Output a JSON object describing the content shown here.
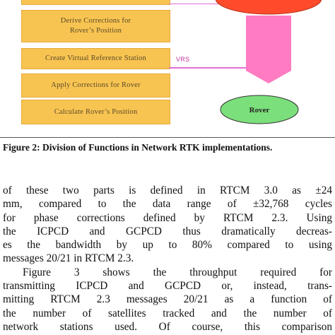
{
  "figure": {
    "boxes": [
      {
        "line1": "Derive Corrections for",
        "line2": "Rover’s Position"
      },
      {
        "line1": "Create Virtual Reference Station"
      },
      {
        "line1": "Apply Corrections for Rover"
      },
      {
        "line1": "Calculate Rover’s Position"
      }
    ],
    "vrs_label": "VRS",
    "rover_label": "Rover",
    "colors": {
      "box_fill": "#f8c451",
      "ellipse_fill": "#ff4b2b",
      "arrow_fill": "#ff7bc2",
      "rover_fill": "#7be07b",
      "line": "#e36fd6"
    }
  },
  "caption": "Figure 2: Division of Functions in Network RTK implementations.",
  "body_lines": [
    "of these two parts is defined in RTCM 3.0 as ±24",
    "mm, compared to the data range of ±32,768 cycles",
    "for phase corrections defined by RTCM 2.3. Using",
    "the ICPCD and GCPCD thus dramatically decreas-",
    "es the bandwidth by up to 80% compared to using",
    "messages 20/21 in RTCM 2.3.",
    "Figure 3 shows the throughput required for",
    "transmitting ICPCD and GCPCD or, instead, trans-",
    "mitting RTCM 2.3 messages 20/21 as a function of",
    "the number of satellites tracked and the number of",
    "network stations used. Of course, this comparison"
  ]
}
